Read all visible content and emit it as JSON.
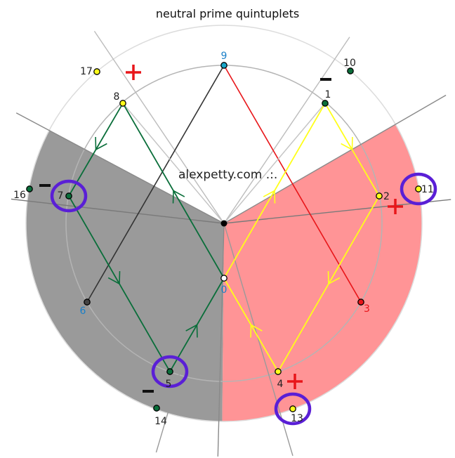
{
  "title": "neutral prime quintuplets",
  "watermark": "alexpetty.com .:.",
  "colors": {
    "gray_sector": "#9a9a9a",
    "pink_sector": "#ff9496",
    "green_path": "#0a6e3a",
    "yellow_path": "#ffff1a",
    "red_line": "#e8161a",
    "dark_line": "#333333",
    "circle_marker": "#5a1fd6",
    "node_green": "#0a6e3a",
    "node_yellow": "#ffff1a",
    "node_blue": "#1aa6c8",
    "node_red": "#e8161a",
    "node_dark": "#444444",
    "node_white": "#ffffff"
  },
  "nodes": [
    {
      "id": "0",
      "label": "0",
      "ring": "inner-center",
      "color": "white",
      "label_style": "blue"
    },
    {
      "id": "1",
      "label": "1",
      "ring": "inner",
      "color": "green",
      "label_style": "normal"
    },
    {
      "id": "2",
      "label": "2",
      "ring": "inner",
      "color": "yellow",
      "label_style": "normal"
    },
    {
      "id": "3",
      "label": "3",
      "ring": "inner",
      "color": "red",
      "label_style": "red"
    },
    {
      "id": "4",
      "label": "4",
      "ring": "inner",
      "color": "yellow",
      "label_style": "normal"
    },
    {
      "id": "5",
      "label": "5",
      "ring": "inner",
      "color": "green",
      "label_style": "normal"
    },
    {
      "id": "6",
      "label": "6",
      "ring": "inner",
      "color": "dark",
      "label_style": "blue"
    },
    {
      "id": "7",
      "label": "7",
      "ring": "inner",
      "color": "green",
      "label_style": "normal"
    },
    {
      "id": "8",
      "label": "8",
      "ring": "inner",
      "color": "yellow",
      "label_style": "normal"
    },
    {
      "id": "9",
      "label": "9",
      "ring": "inner",
      "color": "blue",
      "label_style": "blue"
    },
    {
      "id": "10",
      "label": "10",
      "ring": "outer",
      "color": "green",
      "label_style": "normal"
    },
    {
      "id": "11",
      "label": "11",
      "ring": "outer",
      "color": "yellow",
      "label_style": "normal"
    },
    {
      "id": "13",
      "label": "13",
      "ring": "outer",
      "color": "yellow",
      "label_style": "normal"
    },
    {
      "id": "14",
      "label": "14",
      "ring": "outer",
      "color": "green",
      "label_style": "normal"
    },
    {
      "id": "16",
      "label": "16",
      "ring": "outer",
      "color": "green",
      "label_style": "normal"
    },
    {
      "id": "17",
      "label": "17",
      "ring": "outer",
      "color": "yellow",
      "label_style": "normal"
    }
  ],
  "green_path": [
    "0",
    "8",
    "7",
    "5",
    "0"
  ],
  "yellow_path": [
    "0",
    "1",
    "2",
    "4",
    "0"
  ],
  "lines": [
    {
      "from": "9",
      "to": "3",
      "color": "red"
    },
    {
      "from": "9",
      "to": "6",
      "color": "dark"
    }
  ],
  "circled": [
    "7",
    "11",
    "5",
    "13"
  ],
  "signs": [
    {
      "near": "17",
      "sign": "+"
    },
    {
      "near": "10",
      "sign": "-"
    },
    {
      "near": "16",
      "sign": "-"
    },
    {
      "near": "2",
      "sign": "+"
    },
    {
      "near": "4",
      "sign": "+"
    },
    {
      "near": "14",
      "sign": "-"
    }
  ]
}
